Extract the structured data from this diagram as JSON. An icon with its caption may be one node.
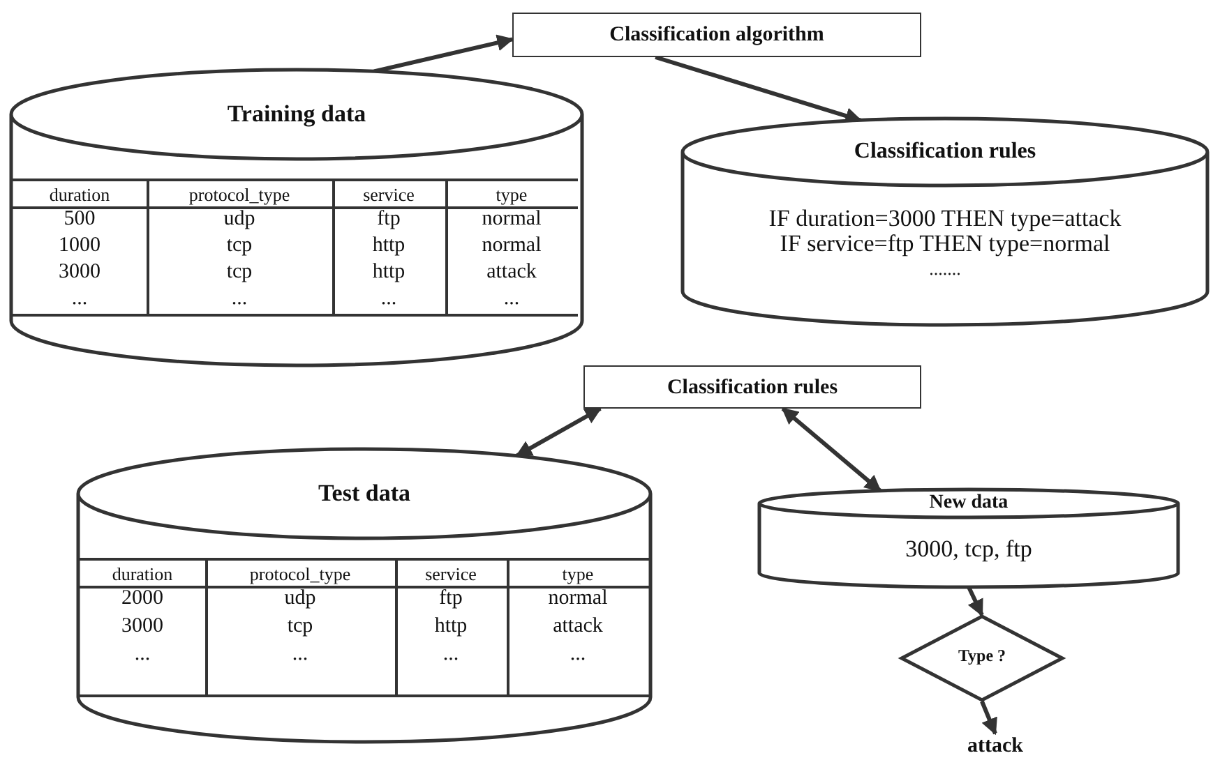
{
  "diagram": {
    "nodes": [
      {
        "text": [
          "Classification algorithm"
        ]
      },
      {
        "text": [
          "Training data"
        ]
      },
      {
        "text": [
          "Classification rules",
          "IF duration=3000 THEN type=attack",
          "IF service=ftp THEN type=normal",
          "......."
        ]
      },
      {
        "text": [
          "Classification rules"
        ]
      },
      {
        "text": [
          "Test data"
        ]
      },
      {
        "text": [
          "New data",
          "3000, tcp, ftp"
        ]
      },
      {
        "text": [
          "Type ?"
        ]
      },
      {
        "text": [
          "attack"
        ]
      }
    ],
    "edges": [
      {
        "from": 1,
        "to": 0,
        "arrow": "to"
      },
      {
        "from": 0,
        "to": 2,
        "arrow": "to"
      },
      {
        "from": 3,
        "to": 4,
        "arrow": "both"
      },
      {
        "from": 3,
        "to": 5,
        "arrow": "both"
      },
      {
        "from": 5,
        "to": 6,
        "arrow": "to"
      },
      {
        "from": 6,
        "to": 7,
        "arrow": "to"
      }
    ],
    "labels": [
      "duration",
      "protocol_type",
      "service",
      "type",
      "500",
      "udp",
      "ftp",
      "normal",
      "1000",
      "tcp",
      "http",
      "normal",
      "3000",
      "tcp",
      "http",
      "attack",
      "...",
      "...",
      "...",
      "...",
      "duration",
      "protocol_type",
      "service",
      "type",
      "2000",
      "udp",
      "ftp",
      "normal",
      "3000",
      "tcp",
      "http",
      "attack",
      "...",
      "...",
      "...",
      "..."
    ]
  }
}
